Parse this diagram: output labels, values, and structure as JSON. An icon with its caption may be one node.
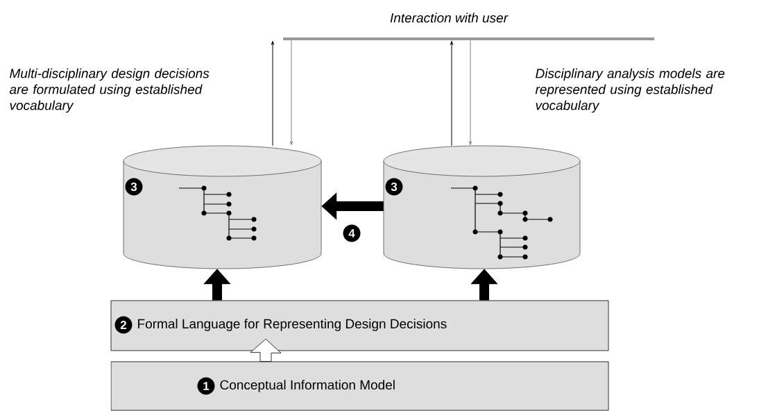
{
  "diagram": {
    "nodes": [
      {
        "text": [
          "Interaction with user"
        ]
      },
      {
        "text": [
          "3"
        ],
        "beside": [
          "Multi-disciplinary design decisions are formulated using established vocabulary"
        ]
      },
      {
        "text": [
          "3"
        ],
        "beside": [
          "Disciplinary analysis models are represented using established vocabulary"
        ]
      },
      {
        "text": [
          "2",
          "Formal Language for Representing Design Decisions"
        ]
      },
      {
        "text": [
          "1",
          "Conceptual Information Model"
        ]
      }
    ],
    "edges": [
      {
        "from": 1,
        "to": 0,
        "arrow": "to"
      },
      {
        "from": 0,
        "to": 1,
        "arrow": "to",
        "color": "#808080"
      },
      {
        "from": 2,
        "to": 0,
        "arrow": "to"
      },
      {
        "from": 0,
        "to": 2,
        "arrow": "to",
        "color": "#808080"
      },
      {
        "from": 2,
        "to": 1,
        "arrow": "to",
        "style": "thick",
        "label": "4"
      },
      {
        "from": 3,
        "to": 1,
        "arrow": "to",
        "style": "thick"
      },
      {
        "from": 3,
        "to": 2,
        "arrow": "to",
        "style": "thick"
      },
      {
        "from": 4,
        "to": 3,
        "arrow": "to",
        "style": "thick",
        "color": "#ffffff"
      }
    ]
  }
}
